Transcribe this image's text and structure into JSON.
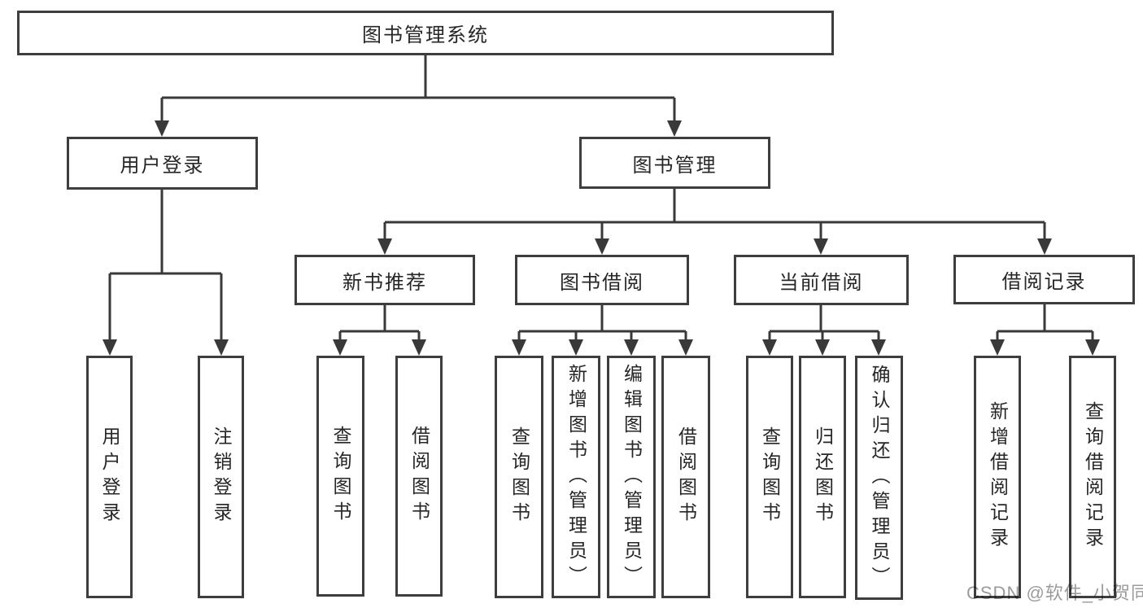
{
  "tree": {
    "label": "图书管理系统",
    "children": [
      {
        "label": "用户登录",
        "children": [
          {
            "label": "用户登录"
          },
          {
            "label": "注销登录"
          }
        ]
      },
      {
        "label": "图书管理",
        "children": [
          {
            "label": "新书推荐",
            "children": [
              {
                "label": "查询图书"
              },
              {
                "label": "借阅图书"
              }
            ]
          },
          {
            "label": "图书借阅",
            "children": [
              {
                "label": "查询图书"
              },
              {
                "label": "新增图书（管理员）"
              },
              {
                "label": "编辑图书（管理员）"
              },
              {
                "label": "借阅图书"
              }
            ]
          },
          {
            "label": "当前借阅",
            "children": [
              {
                "label": "查询图书"
              },
              {
                "label": "归还图书"
              },
              {
                "label": "确认归还（管理员）"
              }
            ]
          },
          {
            "label": "借阅记录",
            "children": [
              {
                "label": "新增借阅记录"
              },
              {
                "label": "查询借阅记录"
              }
            ]
          }
        ]
      }
    ]
  },
  "watermark": "CSDN @软件_小贺同学",
  "colors": {
    "line": "#393939",
    "box_border": "#3e3e3e",
    "text": "#262626",
    "watermark": "#9b9b9b"
  }
}
